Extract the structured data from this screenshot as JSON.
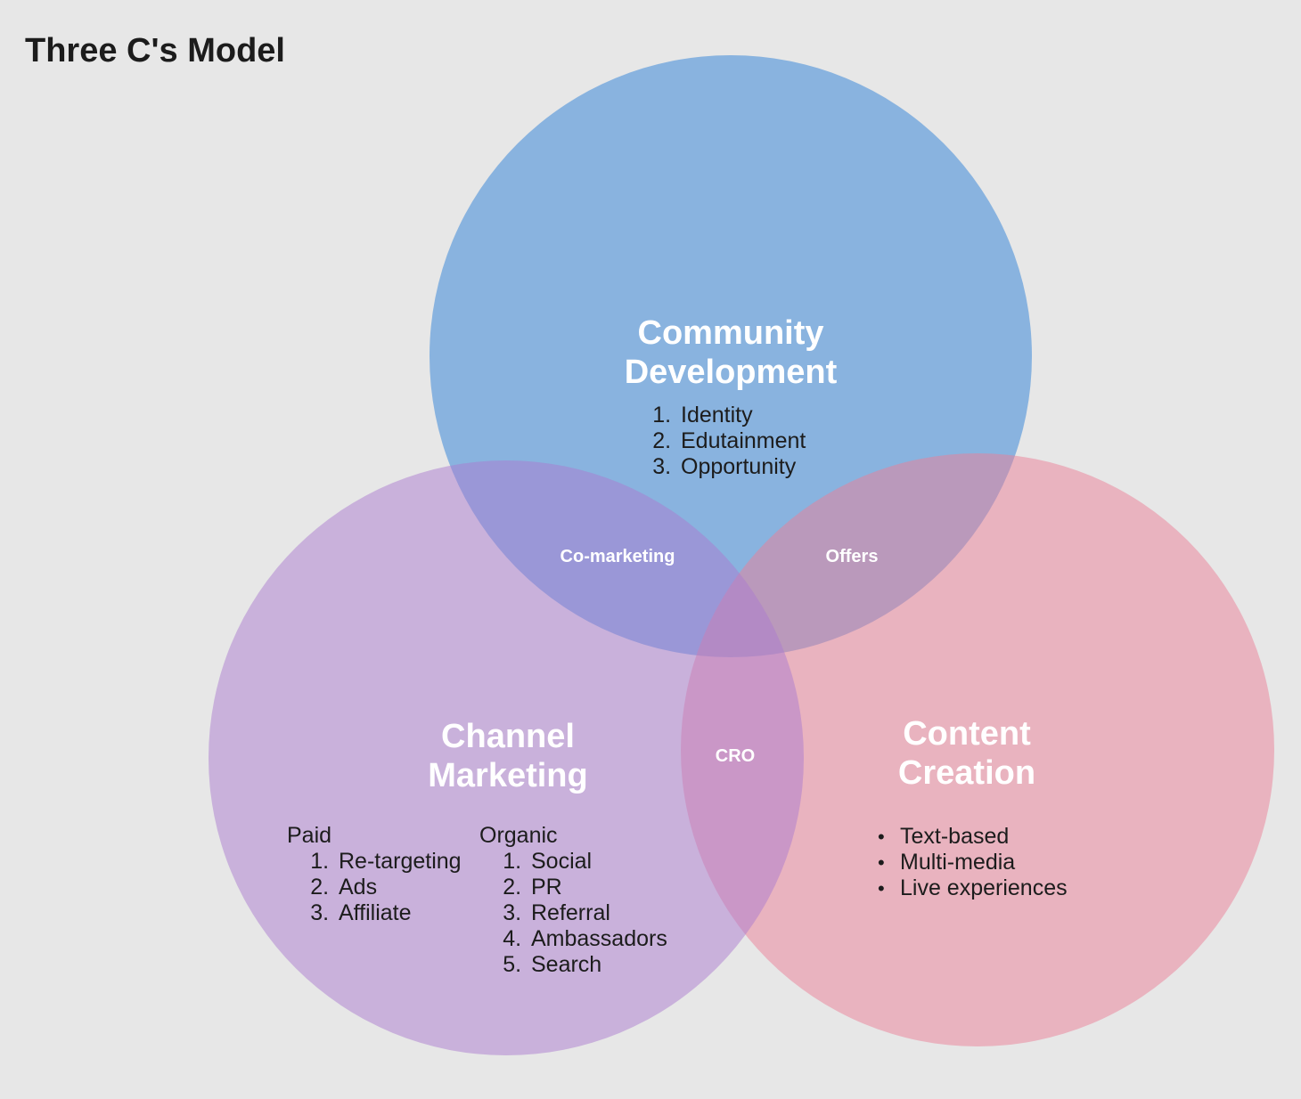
{
  "title": "Three C's Model",
  "colors": {
    "background": "#e7e7e7",
    "circle_blue": "#2c80d8",
    "circle_purple": "#ac7cd0",
    "circle_pink": "#ec8098",
    "heading_text": "#ffffff",
    "body_text": "#1c1c1c"
  },
  "circles": {
    "community": {
      "title_line1": "Community",
      "title_line2": "Development",
      "items": [
        "Identity",
        "Edutainment",
        "Opportunity"
      ]
    },
    "channel": {
      "title_line1": "Channel",
      "title_line2": "Marketing",
      "paid": {
        "label": "Paid",
        "items": [
          "Re-targeting",
          "Ads",
          "Affiliate"
        ]
      },
      "organic": {
        "label": "Organic",
        "items": [
          "Social",
          "PR",
          "Referral",
          "Ambassadors",
          "Search"
        ]
      }
    },
    "content": {
      "title_line1": "Content",
      "title_line2": "Creation",
      "items": [
        "Text-based",
        "Multi-media",
        "Live experiences"
      ]
    }
  },
  "overlaps": {
    "co_marketing": "Co-marketing",
    "offers": "Offers",
    "cro": "CRO"
  }
}
